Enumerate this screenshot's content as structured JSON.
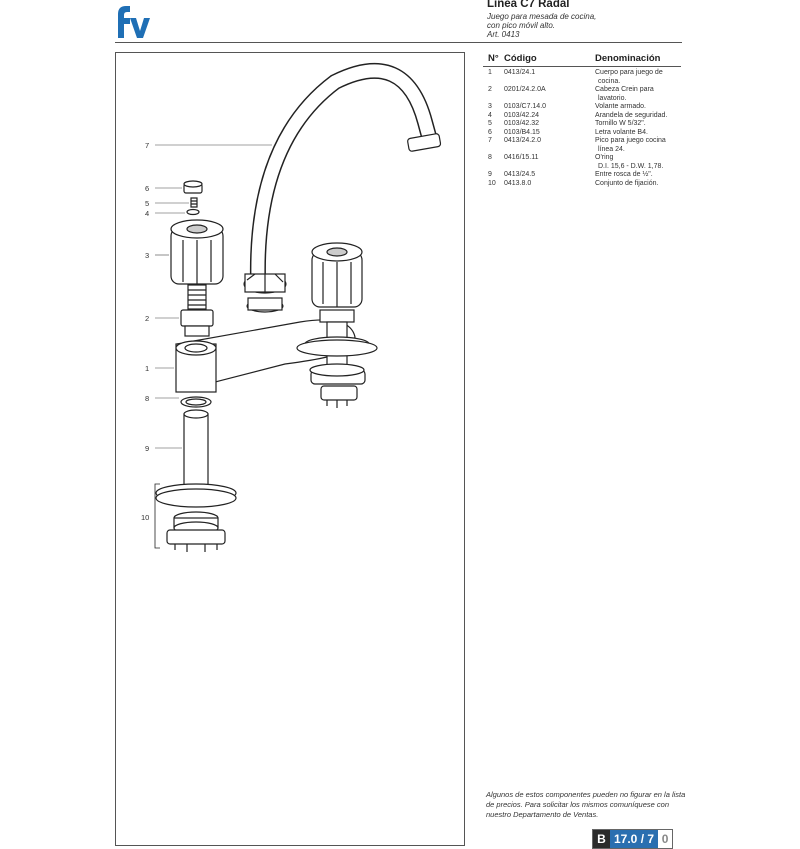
{
  "header": {
    "title": "Línea C7 Radal",
    "subtitle_lines": [
      "Juego para mesada de cocina,",
      "con pico móvil alto.",
      "Art. 0413"
    ],
    "logo_text": "fv",
    "brand_color": "#1f6fb5"
  },
  "diagram": {
    "callouts": [
      "7",
      "6",
      "5",
      "4",
      "3",
      "2",
      "1",
      "8",
      "9",
      "10"
    ]
  },
  "parts_table": {
    "headers": [
      "N°",
      "Código",
      "Denominación"
    ],
    "rows": [
      {
        "no": "1",
        "code": "0413/24.1",
        "name": [
          "Cuerpo para juego de",
          "cocina."
        ]
      },
      {
        "no": "2",
        "code": "0201/24.2.0A",
        "name": [
          "Cabeza Crein para",
          "lavatorio."
        ]
      },
      {
        "no": "3",
        "code": "0103/C7.14.0",
        "name": [
          "Volante armado."
        ]
      },
      {
        "no": "4",
        "code": "0103/42.24",
        "name": [
          "Arandela de seguridad."
        ]
      },
      {
        "no": "5",
        "code": "0103/42.32",
        "name": [
          "Tornillo W 5/32\"."
        ]
      },
      {
        "no": "6",
        "code": "0103/B4.15",
        "name": [
          "Letra volante B4."
        ]
      },
      {
        "no": "7",
        "code": "0413/24.2.0",
        "name": [
          "Pico para juego cocina",
          "línea 24."
        ]
      },
      {
        "no": "8",
        "code": "0416/15.11",
        "name": [
          "O'ring",
          "D.I. 15,6 - D.W. 1,78."
        ]
      },
      {
        "no": "9",
        "code": "0413/24.5",
        "name": [
          "Entre rosca de ½\"."
        ]
      },
      {
        "no": "10",
        "code": "0413.8.0",
        "name": [
          "Conjunto de fijación."
        ]
      }
    ]
  },
  "footnote": "Algunos de estos componentes pueden no figurar en la lista de precios. Para solicitar los mismos comuníquese con nuestro Departamento de Ventas.",
  "page_badge": {
    "section": "B",
    "page": "17.0 / 7",
    "suffix": "0"
  }
}
